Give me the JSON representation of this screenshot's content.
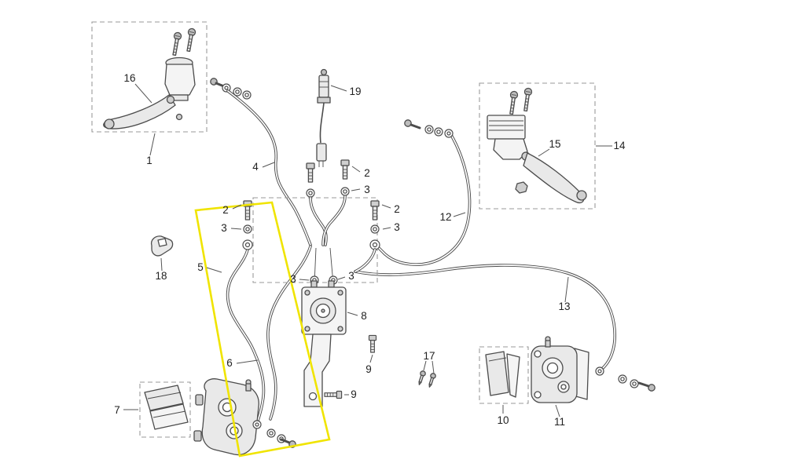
{
  "colors": {
    "background": "#ffffff",
    "line": "#4c4c4c",
    "dashed_box": "#9a9a9a",
    "highlight": "#f0e400",
    "label_text": "#222222"
  },
  "callouts": {
    "n1": "1",
    "n2": "2",
    "n3": "3",
    "n4": "4",
    "n5": "5",
    "n6": "6",
    "n7": "7",
    "n8": "8",
    "n9": "9",
    "n10": "10",
    "n11": "11",
    "n12": "12",
    "n13": "13",
    "n14": "14",
    "n15": "15",
    "n16": "16",
    "n17": "17",
    "n18": "18",
    "n19": "19"
  }
}
